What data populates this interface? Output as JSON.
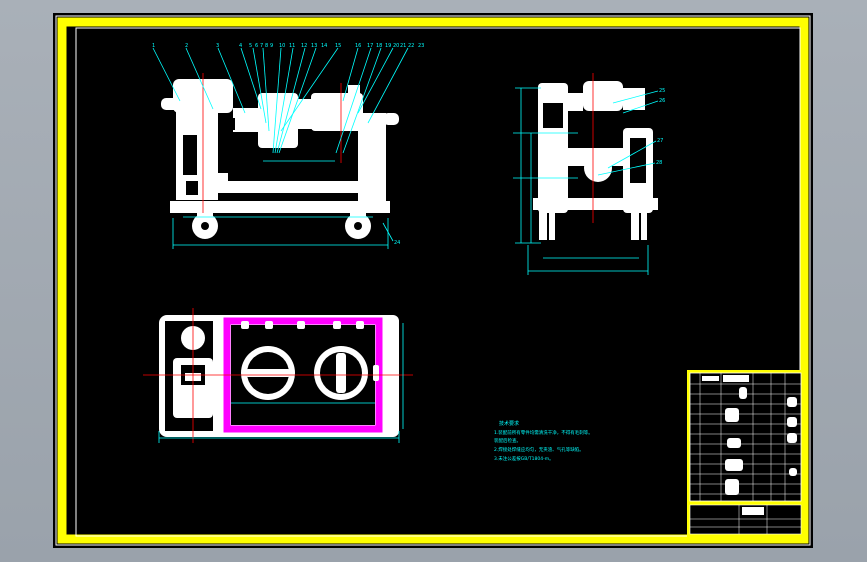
{
  "callouts_front": [
    "1",
    "2",
    "3",
    "4",
    "5",
    "6",
    "7",
    "8",
    "9",
    "10",
    "11",
    "12",
    "13",
    "14",
    "15",
    "16",
    "17",
    "18",
    "19",
    "20",
    "21",
    "22",
    "23"
  ],
  "callout_front_bottom": "24",
  "callouts_side": [
    "25",
    "26",
    "27",
    "28"
  ],
  "tech_requirements": {
    "heading": "技术要求",
    "lines": [
      "1.装配前所有零件均需清洗干净，不得有毛刺等。",
      "  装配后检查。",
      "2.焊接处焊缝应均匀，无夹渣、气孔等缺陷。",
      "3.未注公差按GB/T1804-m。"
    ]
  },
  "title_block": {
    "drawing_title": "",
    "scale": "",
    "rows": [
      "",
      "",
      "",
      "",
      "",
      "",
      "",
      "",
      "",
      "",
      "",
      ""
    ]
  },
  "colors": {
    "sheet_border": "#ffff00",
    "lines": "#00ffff",
    "geometry": "#ffffff",
    "centerline": "#ff0000",
    "frame_highlight": "#ff00ff"
  }
}
